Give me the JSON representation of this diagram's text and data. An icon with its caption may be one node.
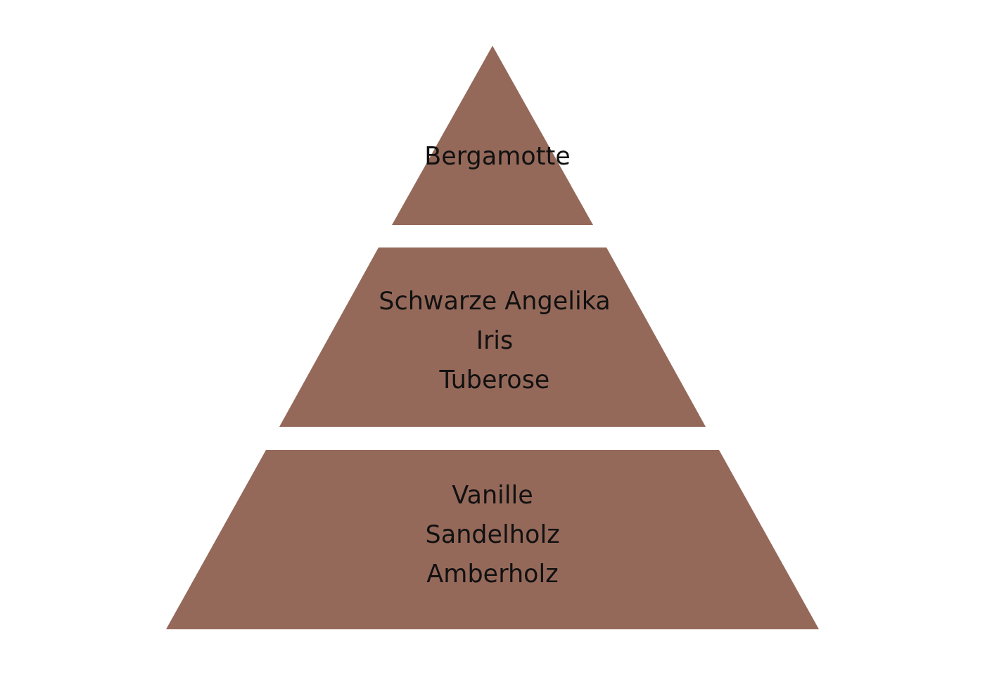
{
  "diagram": {
    "nodes": [
      {
        "text": [
          "Bergamotte"
        ]
      },
      {
        "text": [
          "Schwarze Angelika",
          "Iris",
          "Tuberose"
        ]
      },
      {
        "text": [
          "Vanille",
          "Sandelholz",
          "Amberholz"
        ]
      }
    ]
  }
}
